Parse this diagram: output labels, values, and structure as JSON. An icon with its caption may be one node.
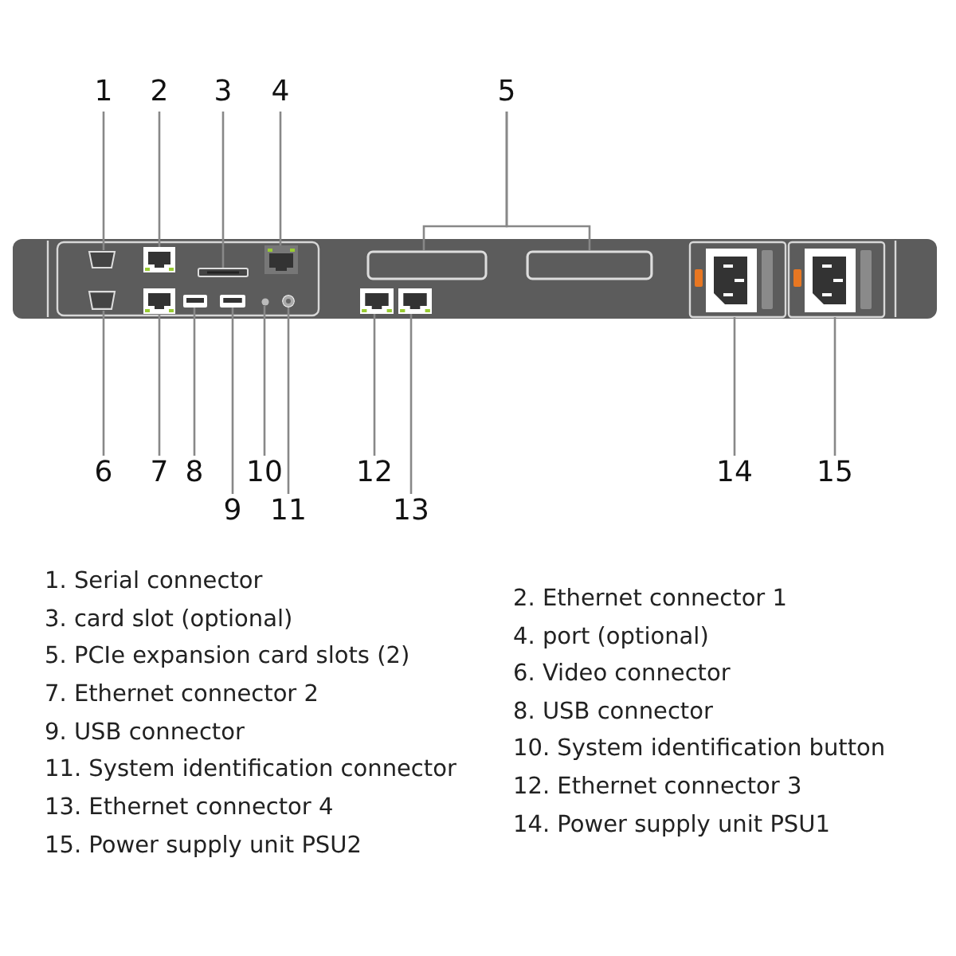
{
  "diagram": {
    "nodes": [
      {
        "text": [
          "1"
        ]
      },
      {
        "text": [
          "2"
        ]
      },
      {
        "text": [
          "3"
        ]
      },
      {
        "text": [
          "4"
        ]
      },
      {
        "text": [
          "5"
        ]
      },
      {
        "text": [
          "6"
        ]
      },
      {
        "text": [
          "7"
        ]
      },
      {
        "text": [
          "8"
        ]
      },
      {
        "text": [
          "9"
        ]
      },
      {
        "text": [
          "10"
        ]
      },
      {
        "text": [
          "11"
        ]
      },
      {
        "text": [
          "12"
        ]
      },
      {
        "text": [
          "13"
        ]
      },
      {
        "text": [
          "14"
        ]
      },
      {
        "text": [
          "15"
        ]
      },
      {
        "text": [],
        "shape": "box"
      },
      {
        "text": [],
        "shape": "box"
      },
      {
        "text": [],
        "shape": "box"
      },
      {
        "text": [],
        "shape": "box"
      },
      {
        "text": [],
        "shape": "box"
      },
      {
        "text": [],
        "shape": "box"
      },
      {
        "text": [],
        "shape": "box"
      },
      {
        "text": [],
        "shape": "box"
      },
      {
        "text": [],
        "shape": "box"
      },
      {
        "text": [],
        "shape": "box"
      },
      {
        "text": [],
        "shape": "circle"
      },
      {
        "text": [],
        "shape": "circle"
      },
      {
        "text": [],
        "shape": "box"
      },
      {
        "text": [],
        "shape": "box"
      },
      {
        "text": [],
        "shape": "box"
      },
      {
        "text": [],
        "shape": "box"
      }
    ],
    "edges": [
      {
        "from": 0,
        "to": 15,
        "arrow": "none"
      },
      {
        "from": 1,
        "to": 16,
        "arrow": "none"
      },
      {
        "from": 2,
        "to": 17,
        "arrow": "none"
      },
      {
        "from": 3,
        "to": 18,
        "arrow": "none"
      },
      {
        "from": 4,
        "to": 19,
        "arrow": "none"
      },
      {
        "from": 4,
        "to": 20,
        "arrow": "none"
      },
      {
        "from": 5,
        "to": 21,
        "arrow": "none"
      },
      {
        "from": 6,
        "to": 22,
        "arrow": "none"
      },
      {
        "from": 7,
        "to": 23,
        "arrow": "none"
      },
      {
        "from": 8,
        "to": 24,
        "arrow": "none"
      },
      {
        "from": 9,
        "to": 25,
        "arrow": "none"
      },
      {
        "from": 10,
        "to": 26,
        "arrow": "none"
      },
      {
        "from": 11,
        "to": 27,
        "arrow": "none"
      },
      {
        "from": 12,
        "to": 28,
        "arrow": "none"
      },
      {
        "from": 13,
        "to": 29,
        "arrow": "none"
      },
      {
        "from": 14,
        "to": 30,
        "arrow": "none"
      }
    ],
    "labels": [
      "1. Serial connector",
      "2. Ethernet connector 1",
      "3. card slot (optional)",
      "4. port (optional)",
      "5. PCIe expansion card slots (2)",
      "6. Video connector",
      "7. Ethernet connector 2",
      "8. USB connector",
      "9. USB connector",
      "10. System identification button",
      "11. System identification connector",
      "12. Ethernet connector 3",
      "13. Ethernet connector 4",
      "14. Power supply unit PSU1",
      "15. Power supply unit PSU2"
    ]
  }
}
